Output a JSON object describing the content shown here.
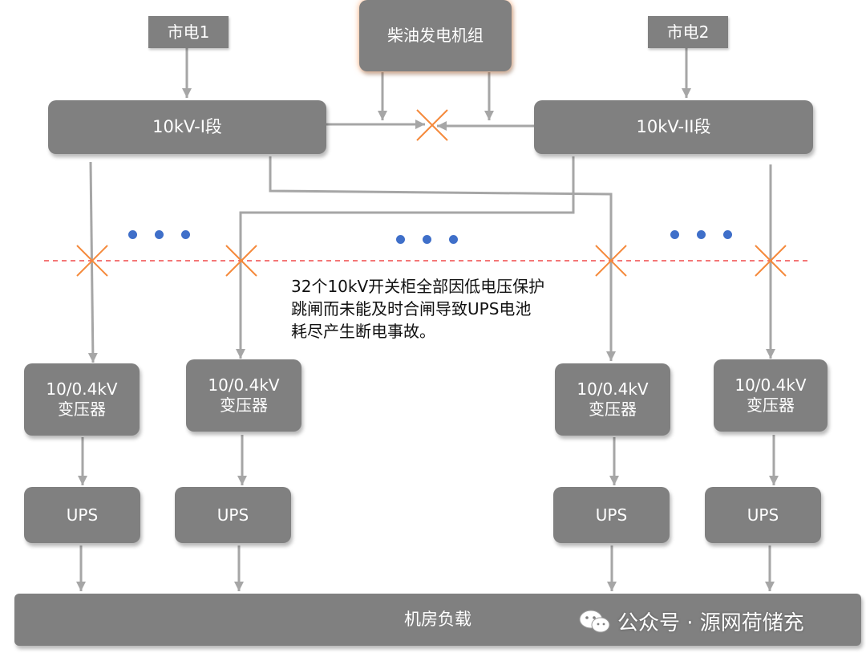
{
  "nodes": {
    "grid1": "市电1",
    "grid2": "市电2",
    "generator": "柴油发电机组",
    "bus1": "10kV-I段",
    "bus2": "10kV-II段",
    "transformer_line1": "10/0.4kV",
    "transformer_line2": "变压器",
    "ups": "UPS",
    "load": "机房负载"
  },
  "note": {
    "line1": "32个10kV开关柜全部因低电压保护",
    "line2": "跳闸而未能及时合闸导致UPS电池",
    "line3": "耗尽产生断电事故。"
  },
  "watermark": "公众号 · 源网荷储充",
  "colors": {
    "box": "#808080",
    "line": "#a6a6a6",
    "fault_mark": "#f58a3c",
    "fault_line": "#f04a4a",
    "dots": "#3f6fc9"
  },
  "icons": {
    "fault": "x-mark-icon",
    "arrow": "arrow-down-icon",
    "watermark": "wechat-icon"
  }
}
